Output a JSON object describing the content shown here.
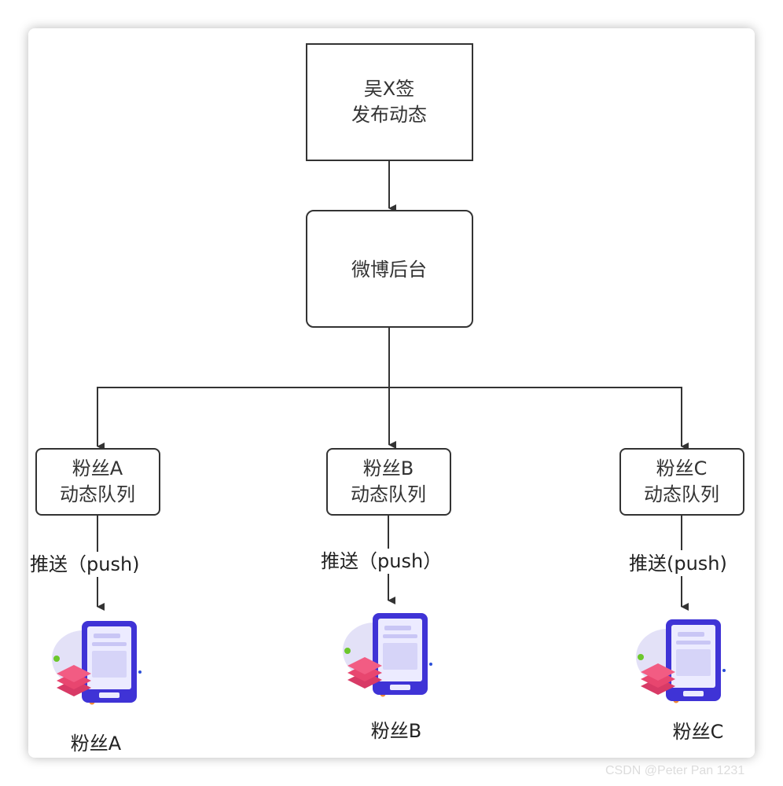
{
  "nodes": {
    "publisher": {
      "line1": "吴X签",
      "line2": "发布动态"
    },
    "backend": {
      "label": "微博后台"
    },
    "queue_a": {
      "line1": "粉丝A",
      "line2": "动态队列"
    },
    "queue_b": {
      "line1": "粉丝B",
      "line2": "动态队列"
    },
    "queue_c": {
      "line1": "粉丝C",
      "line2": "动态队列"
    }
  },
  "edges": {
    "push_a": "推送（push)",
    "push_b": "推送（push）",
    "push_c": "推送(push)"
  },
  "fans": {
    "fan_a": {
      "label": "粉丝A",
      "icon": "mobile-phone-icon"
    },
    "fan_b": {
      "label": "粉丝B",
      "icon": "mobile-phone-icon"
    },
    "fan_c": {
      "label": "粉丝C",
      "icon": "mobile-phone-icon"
    }
  },
  "colors": {
    "line": "#333333",
    "phone": "#3f33d6",
    "phone_screen": "#ecebff",
    "phone_ui": "#c9c6f5",
    "stack": "#ef4f7a",
    "blob": "#e3e1f7"
  },
  "watermark": "CSDN @Peter Pan 1231"
}
